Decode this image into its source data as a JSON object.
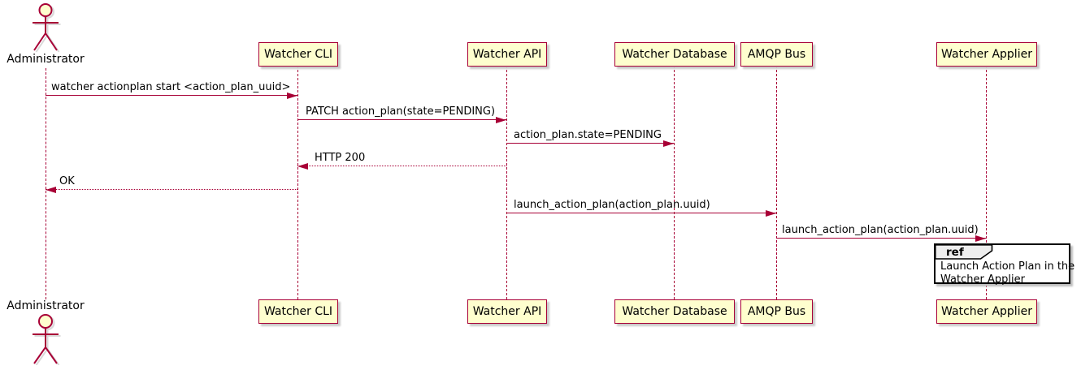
{
  "diagram": {
    "type": "sequence-diagram",
    "colors": {
      "participant_fill": "#FEFECE",
      "participant_border": "#A80036",
      "line_color": "#A80036",
      "text_color": "#000000",
      "ref_header_fill": "#EEEEEE",
      "ref_border": "#000000"
    },
    "actor": {
      "label": "Administrator"
    },
    "participants": [
      {
        "label": "Watcher CLI"
      },
      {
        "label": "Watcher API"
      },
      {
        "label": "Watcher Database"
      },
      {
        "label": "AMQP Bus"
      },
      {
        "label": "Watcher Applier"
      }
    ],
    "messages": [
      {
        "label": "watcher actionplan start <action_plan_uuid>",
        "from": "Administrator",
        "to": "Watcher CLI",
        "line": "solid",
        "direction": "right"
      },
      {
        "label": "PATCH action_plan(state=PENDING)",
        "from": "Watcher CLI",
        "to": "Watcher API",
        "line": "solid",
        "direction": "right"
      },
      {
        "label": "action_plan.state=PENDING",
        "from": "Watcher API",
        "to": "Watcher Database",
        "line": "solid",
        "direction": "right"
      },
      {
        "label": "HTTP 200",
        "from": "Watcher API",
        "to": "Watcher CLI",
        "line": "dotted",
        "direction": "left"
      },
      {
        "label": "OK",
        "from": "Watcher CLI",
        "to": "Administrator",
        "line": "dotted",
        "direction": "left"
      },
      {
        "label": "launch_action_plan(action_plan.uuid)",
        "from": "Watcher API",
        "to": "AMQP Bus",
        "line": "solid",
        "direction": "right"
      },
      {
        "label": "launch_action_plan(action_plan.uuid)",
        "from": "AMQP Bus",
        "to": "Watcher Applier",
        "line": "solid",
        "direction": "right"
      }
    ],
    "ref": {
      "keyword": "ref",
      "line1": "Launch Action Plan in the",
      "line2": "Watcher Applier"
    }
  }
}
